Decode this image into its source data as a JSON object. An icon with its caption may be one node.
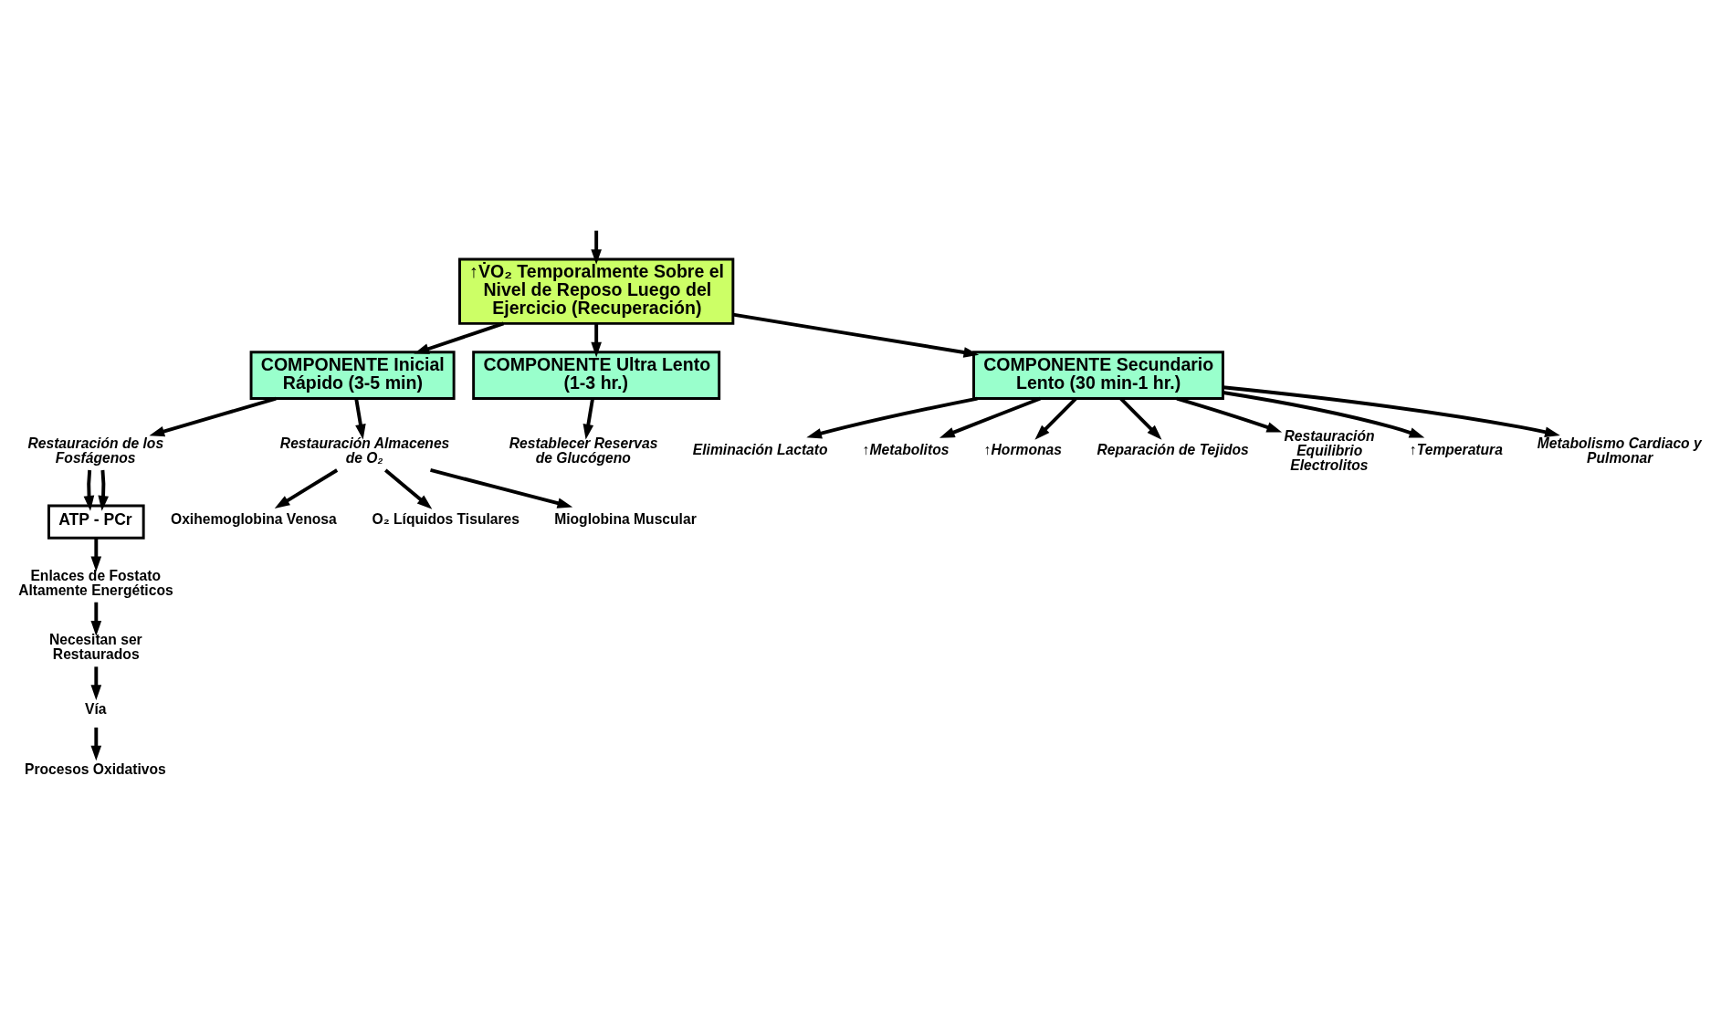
{
  "diagram": {
    "nodes": [
      {
        "text": [
          "↑V̇O₂ Temporalmente Sobre el Nivel de Reposo Luego del Ejercicio (Recuperación)"
        ]
      },
      {
        "text": [
          "COMPONENTE Inicial Rápido (3-5 min)"
        ]
      },
      {
        "text": [
          "COMPONENTE Ultra Lento (1-3 hr.)"
        ]
      },
      {
        "text": [
          "COMPONENTE Secundario Lento (30 min-1 hr.)"
        ]
      },
      {
        "text": [
          "Restauración de los Fosfágenos"
        ]
      },
      {
        "text": [
          "Restauración Almacenes de O₂"
        ]
      },
      {
        "text": [
          "Oxihemoglobina Venosa"
        ]
      },
      {
        "text": [
          "O₂ Líquidos Tisulares"
        ]
      },
      {
        "text": [
          "Mioglobina Muscular"
        ]
      },
      {
        "text": [
          "ATP - PCr"
        ]
      },
      {
        "text": [
          "Enlaces de Fostato Altamente Energéticos"
        ]
      },
      {
        "text": [
          "Necesitan ser Restaurados"
        ]
      },
      {
        "text": [
          "Vía"
        ]
      },
      {
        "text": [
          "Procesos Oxidativos"
        ]
      },
      {
        "text": [
          "Restablecer Reservas de Glucógeno"
        ]
      },
      {
        "text": [
          "Eliminación Lactato"
        ]
      },
      {
        "text": [
          "↑Metabolitos"
        ]
      },
      {
        "text": [
          "↑Hormonas"
        ]
      },
      {
        "text": [
          "Reparación de Tejidos"
        ]
      },
      {
        "text": [
          "Restauración Equilibrio Electrolitos"
        ]
      },
      {
        "text": [
          "↑Temperatura"
        ]
      },
      {
        "text": [
          "Metabolismo Cardiaco y Pulmonar"
        ]
      }
    ],
    "edges": [
      {
        "from": null,
        "to": 0,
        "arrow": "to"
      },
      {
        "from": 0,
        "to": 1,
        "arrow": "to"
      },
      {
        "from": 0,
        "to": 2,
        "arrow": "to"
      },
      {
        "from": 0,
        "to": 3,
        "arrow": "to"
      },
      {
        "from": 1,
        "to": 4,
        "arrow": "to"
      },
      {
        "from": 1,
        "to": 5,
        "arrow": "to"
      },
      {
        "from": 5,
        "to": 6,
        "arrow": "to"
      },
      {
        "from": 5,
        "to": 7,
        "arrow": "to"
      },
      {
        "from": 5,
        "to": 8,
        "arrow": "to"
      },
      {
        "from": 4,
        "to": 9,
        "arrow": "to"
      },
      {
        "from": 4,
        "to": 9,
        "arrow": "to"
      },
      {
        "from": 9,
        "to": 10,
        "arrow": "to"
      },
      {
        "from": 10,
        "to": 11,
        "arrow": "to"
      },
      {
        "from": 11,
        "to": 12,
        "arrow": "to"
      },
      {
        "from": 12,
        "to": 13,
        "arrow": "to"
      },
      {
        "from": 2,
        "to": 14,
        "arrow": "to"
      },
      {
        "from": 3,
        "to": 15,
        "arrow": "to"
      },
      {
        "from": 3,
        "to": 16,
        "arrow": "to"
      },
      {
        "from": 3,
        "to": 17,
        "arrow": "to"
      },
      {
        "from": 3,
        "to": 18,
        "arrow": "to"
      },
      {
        "from": 3,
        "to": 19,
        "arrow": "to"
      },
      {
        "from": 3,
        "to": 20,
        "arrow": "to"
      },
      {
        "from": 3,
        "to": 21,
        "arrow": "to"
      }
    ]
  }
}
